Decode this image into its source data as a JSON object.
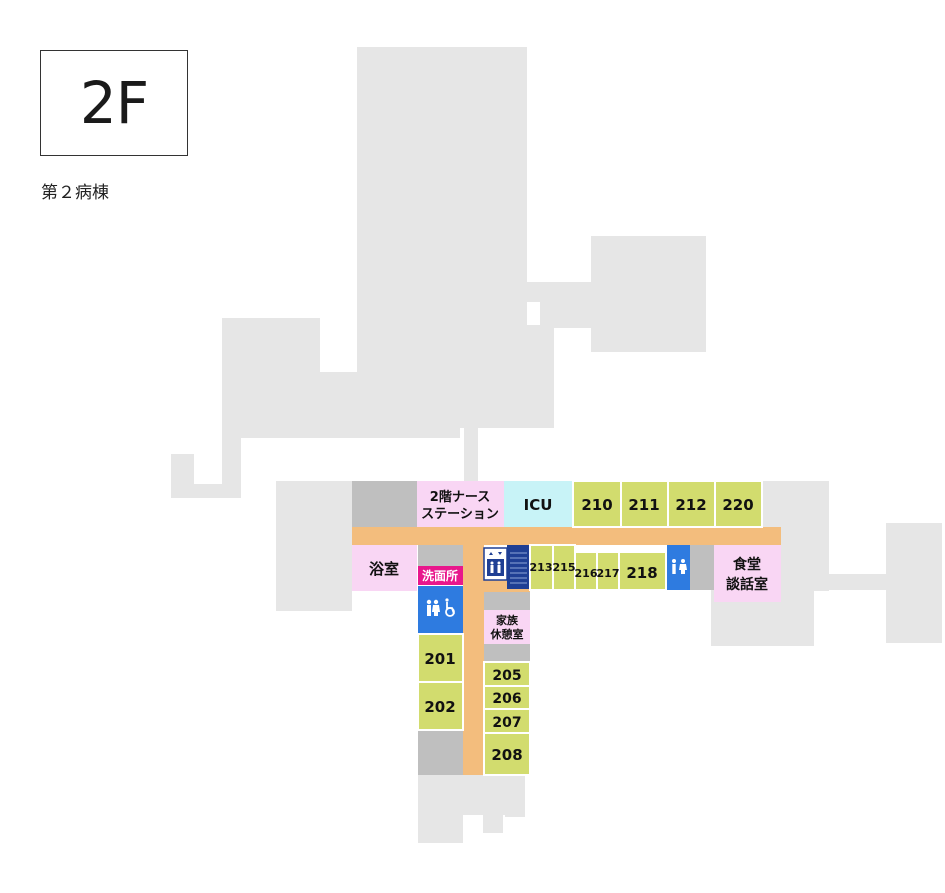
{
  "floor": {
    "label": "2F",
    "building": "第２病棟"
  },
  "rooms": {
    "nurse_station_line1": "2階ナース",
    "nurse_station_line2": "ステーション",
    "icu": "ICU",
    "r210": "210",
    "r211": "211",
    "r212": "212",
    "r220": "220",
    "bath": "浴室",
    "washroom": "洗面所",
    "r213": "213",
    "r215": "215",
    "r216": "216",
    "r217": "217",
    "r218": "218",
    "dining_line1": "食堂",
    "dining_line2": "談話室",
    "family_line1": "家族",
    "family_line2": "休憩室",
    "r201": "201",
    "r202": "202",
    "r205": "205",
    "r206": "206",
    "r207": "207",
    "r208": "208"
  },
  "colors": {
    "background_building": "#e6e6e6",
    "patient_room": "#d2dc6e",
    "corridor": "#f3bd7d",
    "facility_pink": "#f9d6f4",
    "icu_cyan": "#c8f3f7",
    "storage_gray": "#bfbfbf",
    "toilet_blue": "#2e7be0",
    "washroom_magenta": "#e8178c",
    "stairs_navy": "#1f3f94"
  },
  "icons": [
    "elevator-icon",
    "stairs-icon",
    "toilet-icon",
    "accessible-toilet-icon"
  ]
}
